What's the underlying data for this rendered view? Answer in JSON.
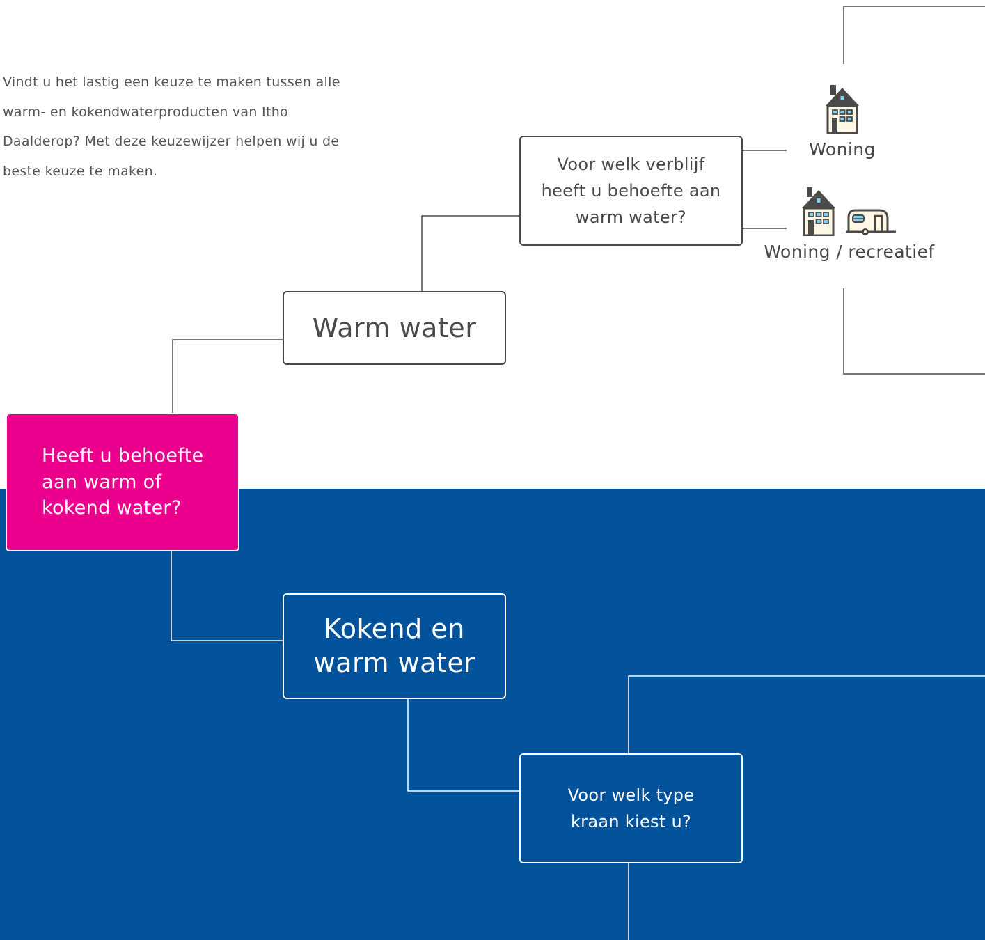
{
  "intro_text": "Vindt u het lastig een keuze te maken tussen alle warm- en kokendwaterproducten van Itho Daalderop? Met deze keuzewijzer helpen wij u de beste keuze te maken.",
  "colors": {
    "pink": "#ea008c",
    "blue": "#03539c",
    "line": "#4a4a4a",
    "white": "#ffffff"
  },
  "nodes": {
    "start": {
      "label": "Heeft u behoefte aan warm of kokend water?"
    },
    "warm": {
      "label": "Warm water"
    },
    "kokend": {
      "label": "Kokend en warm water"
    },
    "verblijf_question": {
      "label": "Voor welk verblijf heeft u behoefte aan warm water?"
    },
    "kraan_question": {
      "label": "Voor welk type kraan kiest u?"
    }
  },
  "options": {
    "woning": {
      "label": "Woning",
      "icons": [
        "house-icon"
      ]
    },
    "recreatief": {
      "label": "Woning / recreatief",
      "icons": [
        "house-icon",
        "caravan-icon"
      ]
    }
  }
}
